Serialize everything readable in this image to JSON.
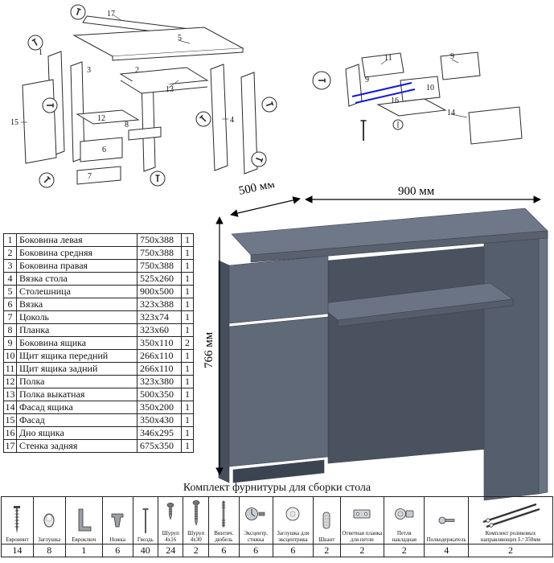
{
  "diagram_left": {
    "labels": [
      "17",
      "5",
      "1",
      "3",
      "13",
      "15",
      "12",
      "6",
      "7",
      "8",
      "2",
      "4"
    ]
  },
  "diagram_right": {
    "labels": [
      "11",
      "9",
      "9",
      "10",
      "16",
      "14"
    ],
    "accent": "#1118d8"
  },
  "desk": {
    "dim_width": "900 мм",
    "dim_depth": "500 мм",
    "dim_height": "766 мм",
    "colors": {
      "top": "#6f7888",
      "front": "#636c7c",
      "side": "#555e6d",
      "shadow": "#4a525f"
    }
  },
  "parts_table": {
    "rows": [
      {
        "num": "1",
        "name": "Боковина левая",
        "size": "750x388",
        "qty": "1"
      },
      {
        "num": "2",
        "name": "Боковина средняя",
        "size": "750x388",
        "qty": "1"
      },
      {
        "num": "3",
        "name": "Боковина правая",
        "size": "750x388",
        "qty": "1"
      },
      {
        "num": "4",
        "name": "Вязка стола",
        "size": "525x260",
        "qty": "1"
      },
      {
        "num": "5",
        "name": "Столешница",
        "size": "900x500",
        "qty": "1"
      },
      {
        "num": "6",
        "name": "Вязка",
        "size": "323x388",
        "qty": "1"
      },
      {
        "num": "7",
        "name": "Цоколь",
        "size": "323x74",
        "qty": "1"
      },
      {
        "num": "8",
        "name": "Планка",
        "size": "323x60",
        "qty": "1"
      },
      {
        "num": "9",
        "name": "Боковина ящика",
        "size": "350x110",
        "qty": "2"
      },
      {
        "num": "10",
        "name": "Щит ящика передний",
        "size": "266x110",
        "qty": "1"
      },
      {
        "num": "11",
        "name": "Щит ящика задний",
        "size": "266x110",
        "qty": "1"
      },
      {
        "num": "12",
        "name": "Полка",
        "size": "323x380",
        "qty": "1"
      },
      {
        "num": "13",
        "name": "Полка выкатная",
        "size": "500x350",
        "qty": "1"
      },
      {
        "num": "14",
        "name": "Фасад ящика",
        "size": "350x200",
        "qty": "1"
      },
      {
        "num": "15",
        "name": "Фасад",
        "size": "350x430",
        "qty": "1"
      },
      {
        "num": "16",
        "name": "Дно ящика",
        "size": "346x295",
        "qty": "1"
      },
      {
        "num": "17",
        "name": "Стенка задняя",
        "size": "675x350",
        "qty": "1"
      }
    ]
  },
  "hardware": {
    "title": "Комплект фурнитуры для сборки стола",
    "items": [
      {
        "label": "Евровинт",
        "qty": "14",
        "icon": "confirmat-screw-icon"
      },
      {
        "label": "Заглушка",
        "qty": "8",
        "icon": "plug-cap-icon"
      },
      {
        "label": "Евроключ",
        "qty": "1",
        "icon": "hex-key-icon"
      },
      {
        "label": "Ножка",
        "qty": "6",
        "icon": "furniture-leg-icon"
      },
      {
        "label": "Гвоздь",
        "qty": "40",
        "icon": "nail-icon"
      },
      {
        "label": "Шуруп 4x16",
        "qty": "24",
        "icon": "screw-short-icon"
      },
      {
        "label": "Шуруп 4x30",
        "qty": "2",
        "icon": "screw-long-icon"
      },
      {
        "label": "Винтич. дюбель",
        "qty": "6",
        "icon": "dowel-screw-icon"
      },
      {
        "label": "Эксцентр. стяжка",
        "qty": "6",
        "icon": "cam-lock-icon"
      },
      {
        "label": "Заглушка для эксцентрика",
        "qty": "6",
        "icon": "cam-cap-icon"
      },
      {
        "label": "Шкант",
        "qty": "2",
        "icon": "wooden-dowel-icon"
      },
      {
        "label": "Ответная планка для петли",
        "qty": "2",
        "icon": "hinge-plate-icon"
      },
      {
        "label": "Петля накладная",
        "qty": "2",
        "icon": "hinge-icon"
      },
      {
        "label": "Полкодержатель",
        "qty": "4",
        "icon": "shelf-support-icon"
      },
      {
        "label": "Комплект роликовых направляющих L=350мм",
        "qty": "2",
        "icon": "roller-guides-icon"
      }
    ]
  }
}
